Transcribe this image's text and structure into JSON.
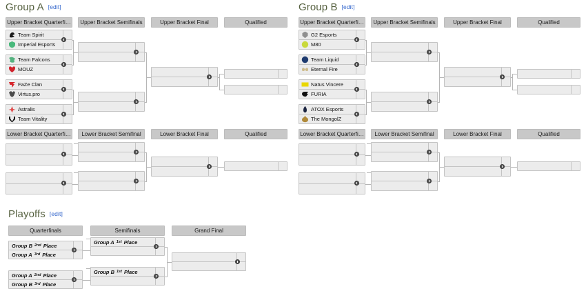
{
  "sections": [
    {
      "title": "Group A",
      "edit": "[edit]"
    },
    {
      "title": "Group B",
      "edit": "[edit]"
    },
    {
      "title": "Playoffs",
      "edit": "[edit]"
    }
  ],
  "group_a": {
    "title": "Group A",
    "edit": "[edit]",
    "upper_headers": [
      "Upper Bracket Quarterfi…",
      "Upper Bracket Semifinals",
      "Upper Bracket Final",
      "Qualified"
    ],
    "lower_headers": [
      "Lower Bracket Quarterfi…",
      "Lower Bracket Semifinal",
      "Lower Bracket Final",
      "Qualified"
    ],
    "ubqf": [
      {
        "t1": "Team Spirit",
        "t2": "Imperial Esports",
        "logo1": "team-spirit",
        "logo2": "imperial-esports"
      },
      {
        "t1": "Team Falcons",
        "t2": "MOUZ",
        "logo1": "team-falcons",
        "logo2": "mouz"
      },
      {
        "t1": "FaZe Clan",
        "t2": "Virtus.pro",
        "logo1": "faze-clan",
        "logo2": "virtus-pro"
      },
      {
        "t1": "Astralis",
        "t2": "Team Vitality",
        "logo1": "astralis",
        "logo2": "team-vitality"
      }
    ]
  },
  "group_b": {
    "title": "Group B",
    "edit": "[edit]",
    "upper_headers": [
      "Upper Bracket Quarterfi…",
      "Upper Bracket Semifinals",
      "Upper Bracket Final",
      "Qualified"
    ],
    "lower_headers": [
      "Lower Bracket Quarterfi…",
      "Lower Bracket Semifinal",
      "Lower Bracket Final",
      "Qualified"
    ],
    "ubqf": [
      {
        "t1": "G2 Esports",
        "t2": "M80",
        "logo1": "g2-esports",
        "logo2": "m80"
      },
      {
        "t1": "Team Liquid",
        "t2": "Eternal Fire",
        "logo1": "team-liquid",
        "logo2": "eternal-fire"
      },
      {
        "t1": "Natus Vincere",
        "t2": "FURIA",
        "logo1": "natus-vincere",
        "logo2": "furia"
      },
      {
        "t1": "ATOX Esports",
        "t2": "The MongolZ",
        "logo1": "atox-esports",
        "logo2": "the-mongolz"
      }
    ]
  },
  "playoffs": {
    "title": "Playoffs",
    "edit": "[edit]",
    "headers": [
      "Quarterfinals",
      "Semifinals",
      "Grand Final"
    ],
    "quarterfinals": [
      {
        "t1_pre": "Group B ",
        "t1_ord": "2nd",
        "t1_post": " Place",
        "t2_pre": "Group A ",
        "t2_ord": "3rd",
        "t2_post": " Place"
      },
      {
        "t1_pre": "Group A ",
        "t1_ord": "2nd",
        "t1_post": " Place",
        "t2_pre": "Group B ",
        "t2_ord": "3rd",
        "t2_post": " Place"
      }
    ],
    "semifinals": [
      {
        "t1_pre": "Group A ",
        "t1_ord": "1st",
        "t1_post": " Place",
        "t2_pre": "",
        "t2_ord": "",
        "t2_post": ""
      },
      {
        "t1_pre": "Group B ",
        "t1_ord": "1st",
        "t1_post": " Place",
        "t2_pre": "",
        "t2_ord": "",
        "t2_post": ""
      }
    ],
    "grand_final": {
      "t1": "",
      "t2": ""
    }
  },
  "colors": {
    "heading": "#55603f",
    "edit_link": "#3366cc",
    "round_header_bg": "#c8c8c8",
    "match_bg": "#ececec",
    "match_border": "#c4c4c4",
    "connector": "#b6b6b6",
    "page_bg": "#ffffff"
  }
}
